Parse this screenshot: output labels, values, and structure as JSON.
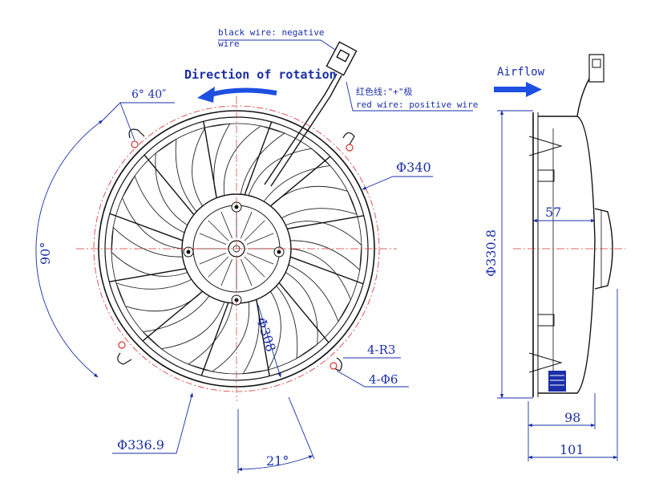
{
  "labels": {
    "rotation_angle": "6° 40″",
    "direction": "Direction of rotation",
    "black_wire_1": "black wire: negative",
    "black_wire_2": "wire",
    "red_wire_cn": "红色线:\"+\"极",
    "red_wire_en": "red wire: positive wire",
    "airflow": "Airflow",
    "dia_340": "Φ340",
    "dia_308": "Φ308",
    "dia_336_9": "Φ336.9",
    "dia_330_8": "Φ330.8",
    "angle_90": "90°",
    "angle_21": "21°",
    "r3": "4-R3",
    "hole6": "4-Φ6",
    "dim_57": "57",
    "dim_98": "98",
    "dim_101": "101"
  },
  "colors": {
    "line": "#111111",
    "dimension": "#1a2fa8",
    "arrow": "#1d4fe0",
    "center": "#d83030"
  }
}
